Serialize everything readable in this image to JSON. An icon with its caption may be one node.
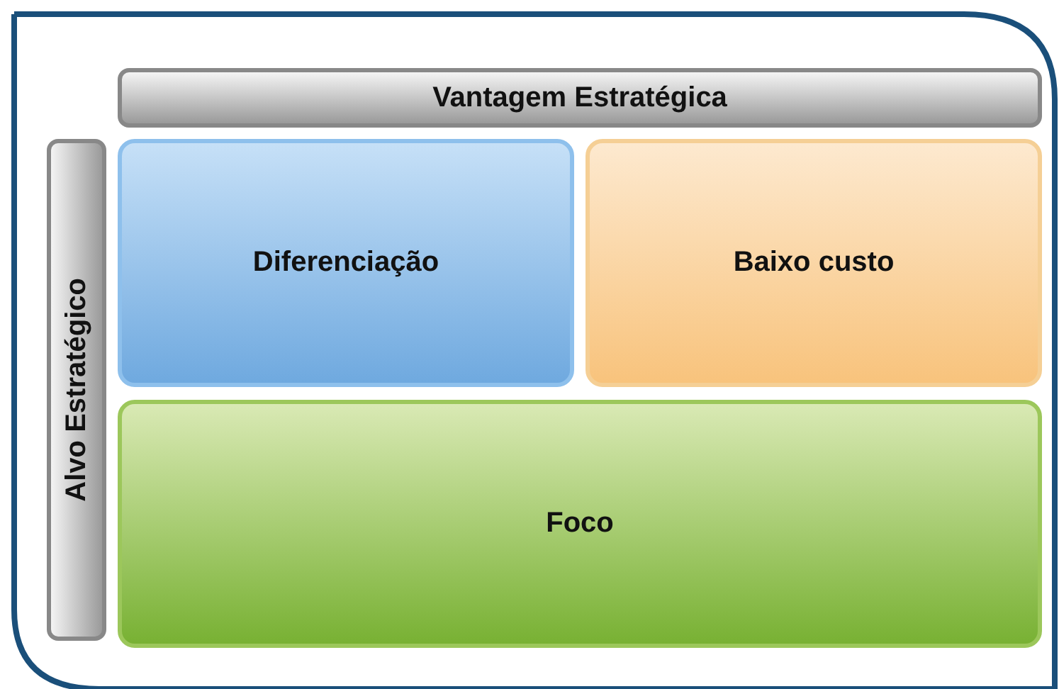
{
  "diagram": {
    "nodes": [
      {
        "text": [
          "Vantagem Estratégica"
        ]
      },
      {
        "text": [
          "Alvo Estratégico"
        ]
      },
      {
        "text": [
          "Diferenciação"
        ]
      },
      {
        "text": [
          "Baixo custo"
        ]
      },
      {
        "text": [
          "Foco"
        ]
      }
    ]
  }
}
